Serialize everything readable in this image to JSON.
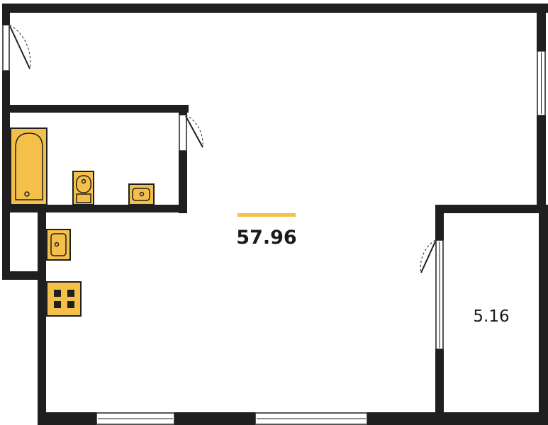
{
  "plan": {
    "accent_color": "#f5c04a",
    "wall_color": "#1f1f1f",
    "rooms": [
      {
        "id": "main",
        "area_label": "57.96"
      },
      {
        "id": "balcony",
        "area_label": "5.16"
      }
    ]
  }
}
